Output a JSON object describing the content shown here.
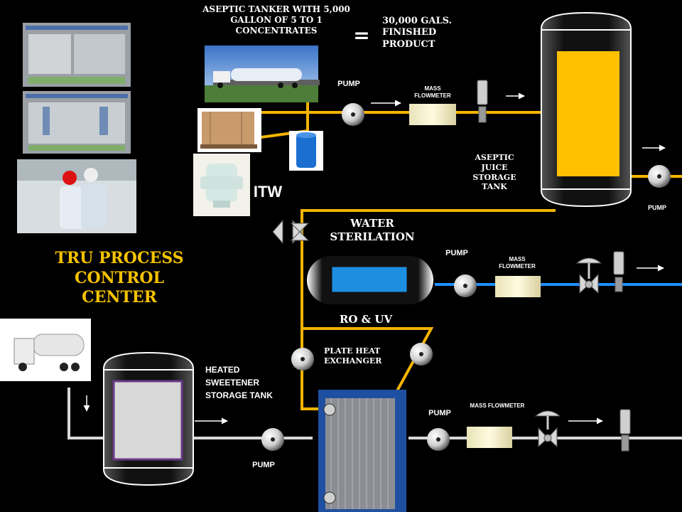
{
  "labels": {
    "tanker_caption": "ASEPTIC TANKER WITH 5,000 GALLON OF 5 TO 1 CONCENTRATES",
    "equals": "=",
    "finished_product": "30,000 GALS. FINISHED PRODUCT",
    "pump": "PUMP",
    "mass_flowmeter": "MASS FLOWMETER",
    "aseptic_tank": "ASEPTIC JUICE STORAGE TANK",
    "itw": "ITW",
    "water_sterilation": "WATER STERILATION",
    "ro_uv": "RO & UV",
    "plate_heat_exchanger": "PLATE HEAT EXCHANGER",
    "heated_sweetener": "HEATED SWEETENER STORAGE TANK",
    "control_center": "TRU PROCESS CONTROL CENTER"
  },
  "colors": {
    "juice_line": "#f5b400",
    "water_line": "#1e90ff",
    "sweetener_line": "#d8d8d8",
    "title_color": "#f5c200",
    "background": "#000000"
  },
  "icons": {
    "tanker_truck": "tanker-truck-image",
    "tote_box": "tote-box-image",
    "blue_drum": "blue-drum-image",
    "valve_body": "valve-body-image",
    "workers": "workers-photo",
    "hmi_screens": "hmi-screen-image",
    "plate_exchanger": "plate-heat-exchanger-image"
  }
}
